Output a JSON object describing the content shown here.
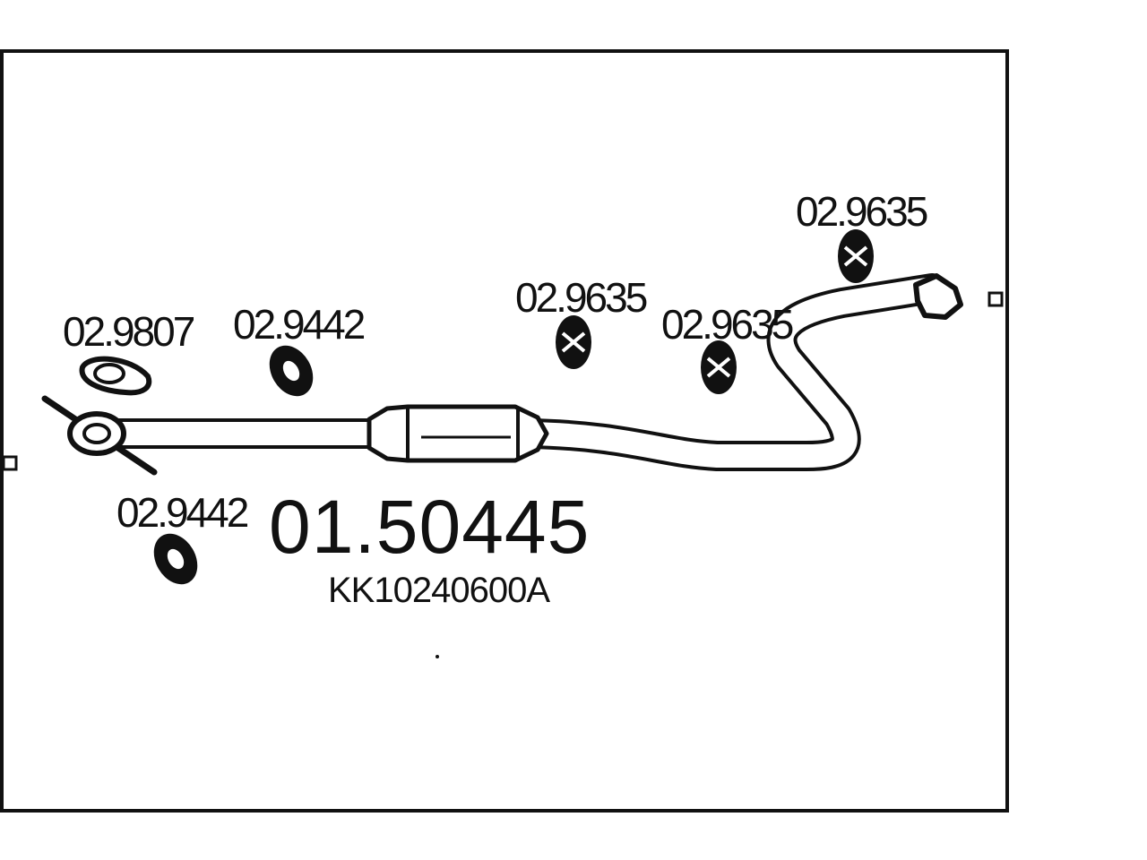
{
  "diagram": {
    "main_part_number": "01.50445",
    "reference_code": "KK10240600A",
    "callouts": [
      {
        "id": "flange-gasket",
        "label": "02.9807"
      },
      {
        "id": "rubber-mount-front",
        "label": "02.9442"
      },
      {
        "id": "rubber-mount-lower",
        "label": "02.9442"
      },
      {
        "id": "rubber-mount-mid",
        "label": "02.9635"
      },
      {
        "id": "rubber-mount-rear",
        "label": "02.9635"
      },
      {
        "id": "rubber-mount-tail",
        "label": "02.9635"
      }
    ]
  },
  "colors": {
    "line": "#111111",
    "background": "#ffffff"
  }
}
